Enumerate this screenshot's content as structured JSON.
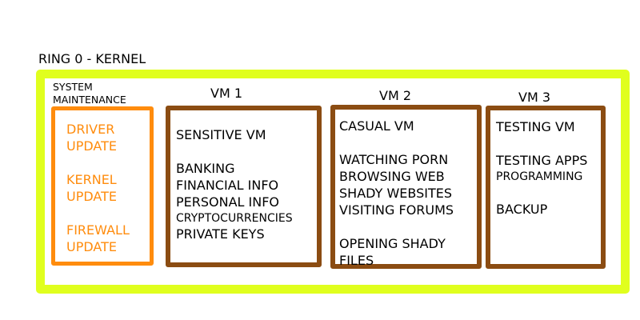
{
  "kernel": {
    "label": "RING 0 - KERNEL",
    "ring_color": "#e0ff1e"
  },
  "system_maintenance": {
    "label_lines": [
      "SYSTEM",
      "MAINTENANCE"
    ],
    "box_color": "#ff8c0d",
    "items": [
      [
        "DRIVER",
        "UPDATE"
      ],
      [
        "KERNEL",
        "UPDATE"
      ],
      [
        "FIREWALL",
        "UPDATE"
      ]
    ]
  },
  "vm_box_color": "#8b4c12",
  "vms": [
    {
      "name": "VM 1",
      "lines": [
        "SENSITIVE VM",
        "",
        "BANKING",
        "FINANCIAL INFO",
        "PERSONAL INFO",
        "CRYPTOCURRENCIES",
        "PRIVATE KEYS"
      ]
    },
    {
      "name": "VM 2",
      "lines": [
        "CASUAL VM",
        "",
        "WATCHING PORN",
        "BROWSING WEB",
        "SHADY WEBSITES",
        "VISITING FORUMS",
        "",
        "OPENING SHADY",
        "FILES"
      ]
    },
    {
      "name": "VM 3",
      "lines": [
        "TESTING VM",
        "",
        "TESTING APPS",
        "PROGRAMMING",
        "",
        "BACKUP"
      ]
    }
  ]
}
